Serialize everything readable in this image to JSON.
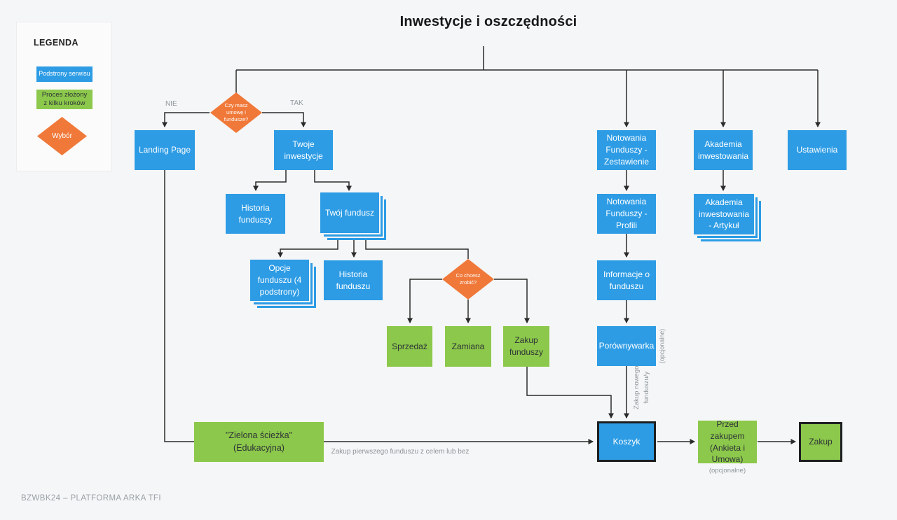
{
  "title": "Inwestycje i oszczędności",
  "footer": "BZWBK24 – PLATFORMA ARKA TFI",
  "colors": {
    "background": "#F5F6F7",
    "subpage_blue": "#2D9CE5",
    "process_green": "#8CC84B",
    "choice_orange": "#F0793A",
    "line": "#2B2B2B",
    "muted_label": "#8F959B"
  },
  "legend": {
    "title": "LEGENDA",
    "subpages": "Podstrony serwisu",
    "process": "Proces złożony\nz kilku kroków",
    "choice": "Wybór"
  },
  "branches": {
    "nie": "NIE",
    "tak": "TAK"
  },
  "nodes": {
    "has_contract_decision": "Czy masz umowę i fundusze?",
    "landing_page": "Landing Page",
    "your_investments": "Twoje inwestycje",
    "funds_history": "Historia funduszy",
    "your_fund": "Twój fundusz",
    "fund_options": "Opcje funduszu (4 podstrony)",
    "fund_history": "Historia funduszu",
    "what_to_do_decision": "Co chcesz zrobić?",
    "sell": "Sprzedaż",
    "swap": "Zamiana",
    "buy_funds": "Zakup funduszy",
    "quotes_summary": "Notowania Funduszy - Zestawienie",
    "quotes_profile": "Notowania Funduszy - Profili",
    "fund_info": "Informacje o funduszu",
    "comparator": "Porównywarka",
    "academy": "Akademia inwestowania",
    "academy_article": "Akademia inwestowania - Artykuł",
    "settings": "Ustawienia",
    "green_path": "\"Zielona ścieżka\"\n(Edukacyjna)",
    "cart": "Koszyk",
    "pre_purchase": "Przed zakupem (Ankieta i Umowa)",
    "purchase": "Zakup"
  },
  "edge_labels": {
    "first_fund": "Zakup pierwszego funduszu z celem lub bez",
    "new_fund": "Zakup nowego\nfunduszu/y",
    "optional_comparator": "(opcjonalne)",
    "optional_pre_purchase": "(opcjonalne)"
  }
}
